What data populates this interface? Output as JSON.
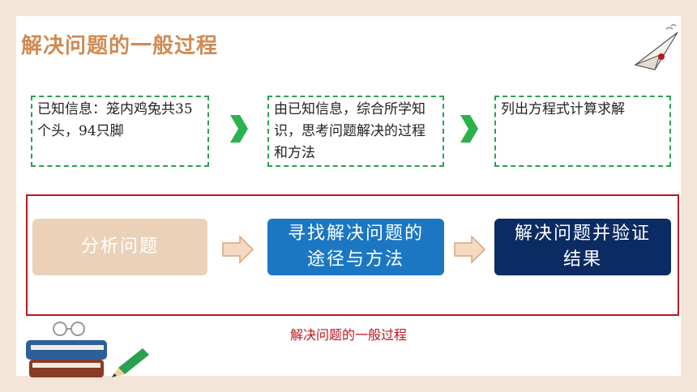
{
  "title": "解决问题的一般过程",
  "info_boxes": [
    {
      "text": "已知信息：笼内鸡兔共35个头，94只脚"
    },
    {
      "text": "由已知信息，综合所学知识，思考问题解决的过程和方法"
    },
    {
      "text": "列出方程式计算求解"
    }
  ],
  "steps": [
    {
      "label": "分析问题",
      "color": "#ebd1b8"
    },
    {
      "label": "寻找解决问题的途径与方法",
      "color": "#1c77c3"
    },
    {
      "label": "解决问题并验证结果",
      "color": "#0c2b63"
    }
  ],
  "caption": "解决问题的一般过程",
  "colors": {
    "title": "#d08a52",
    "dashed_border": "#2aa052",
    "chevron": "#2bb24c",
    "frame": "#c0151c",
    "arrow_fill": "#f5d9c0",
    "arrow_stroke": "#d8a57e"
  },
  "icons": [
    "paper-plane-icon",
    "chevron-right-icon",
    "arrow-right-icon",
    "books-illustration",
    "pencil-illustration"
  ]
}
